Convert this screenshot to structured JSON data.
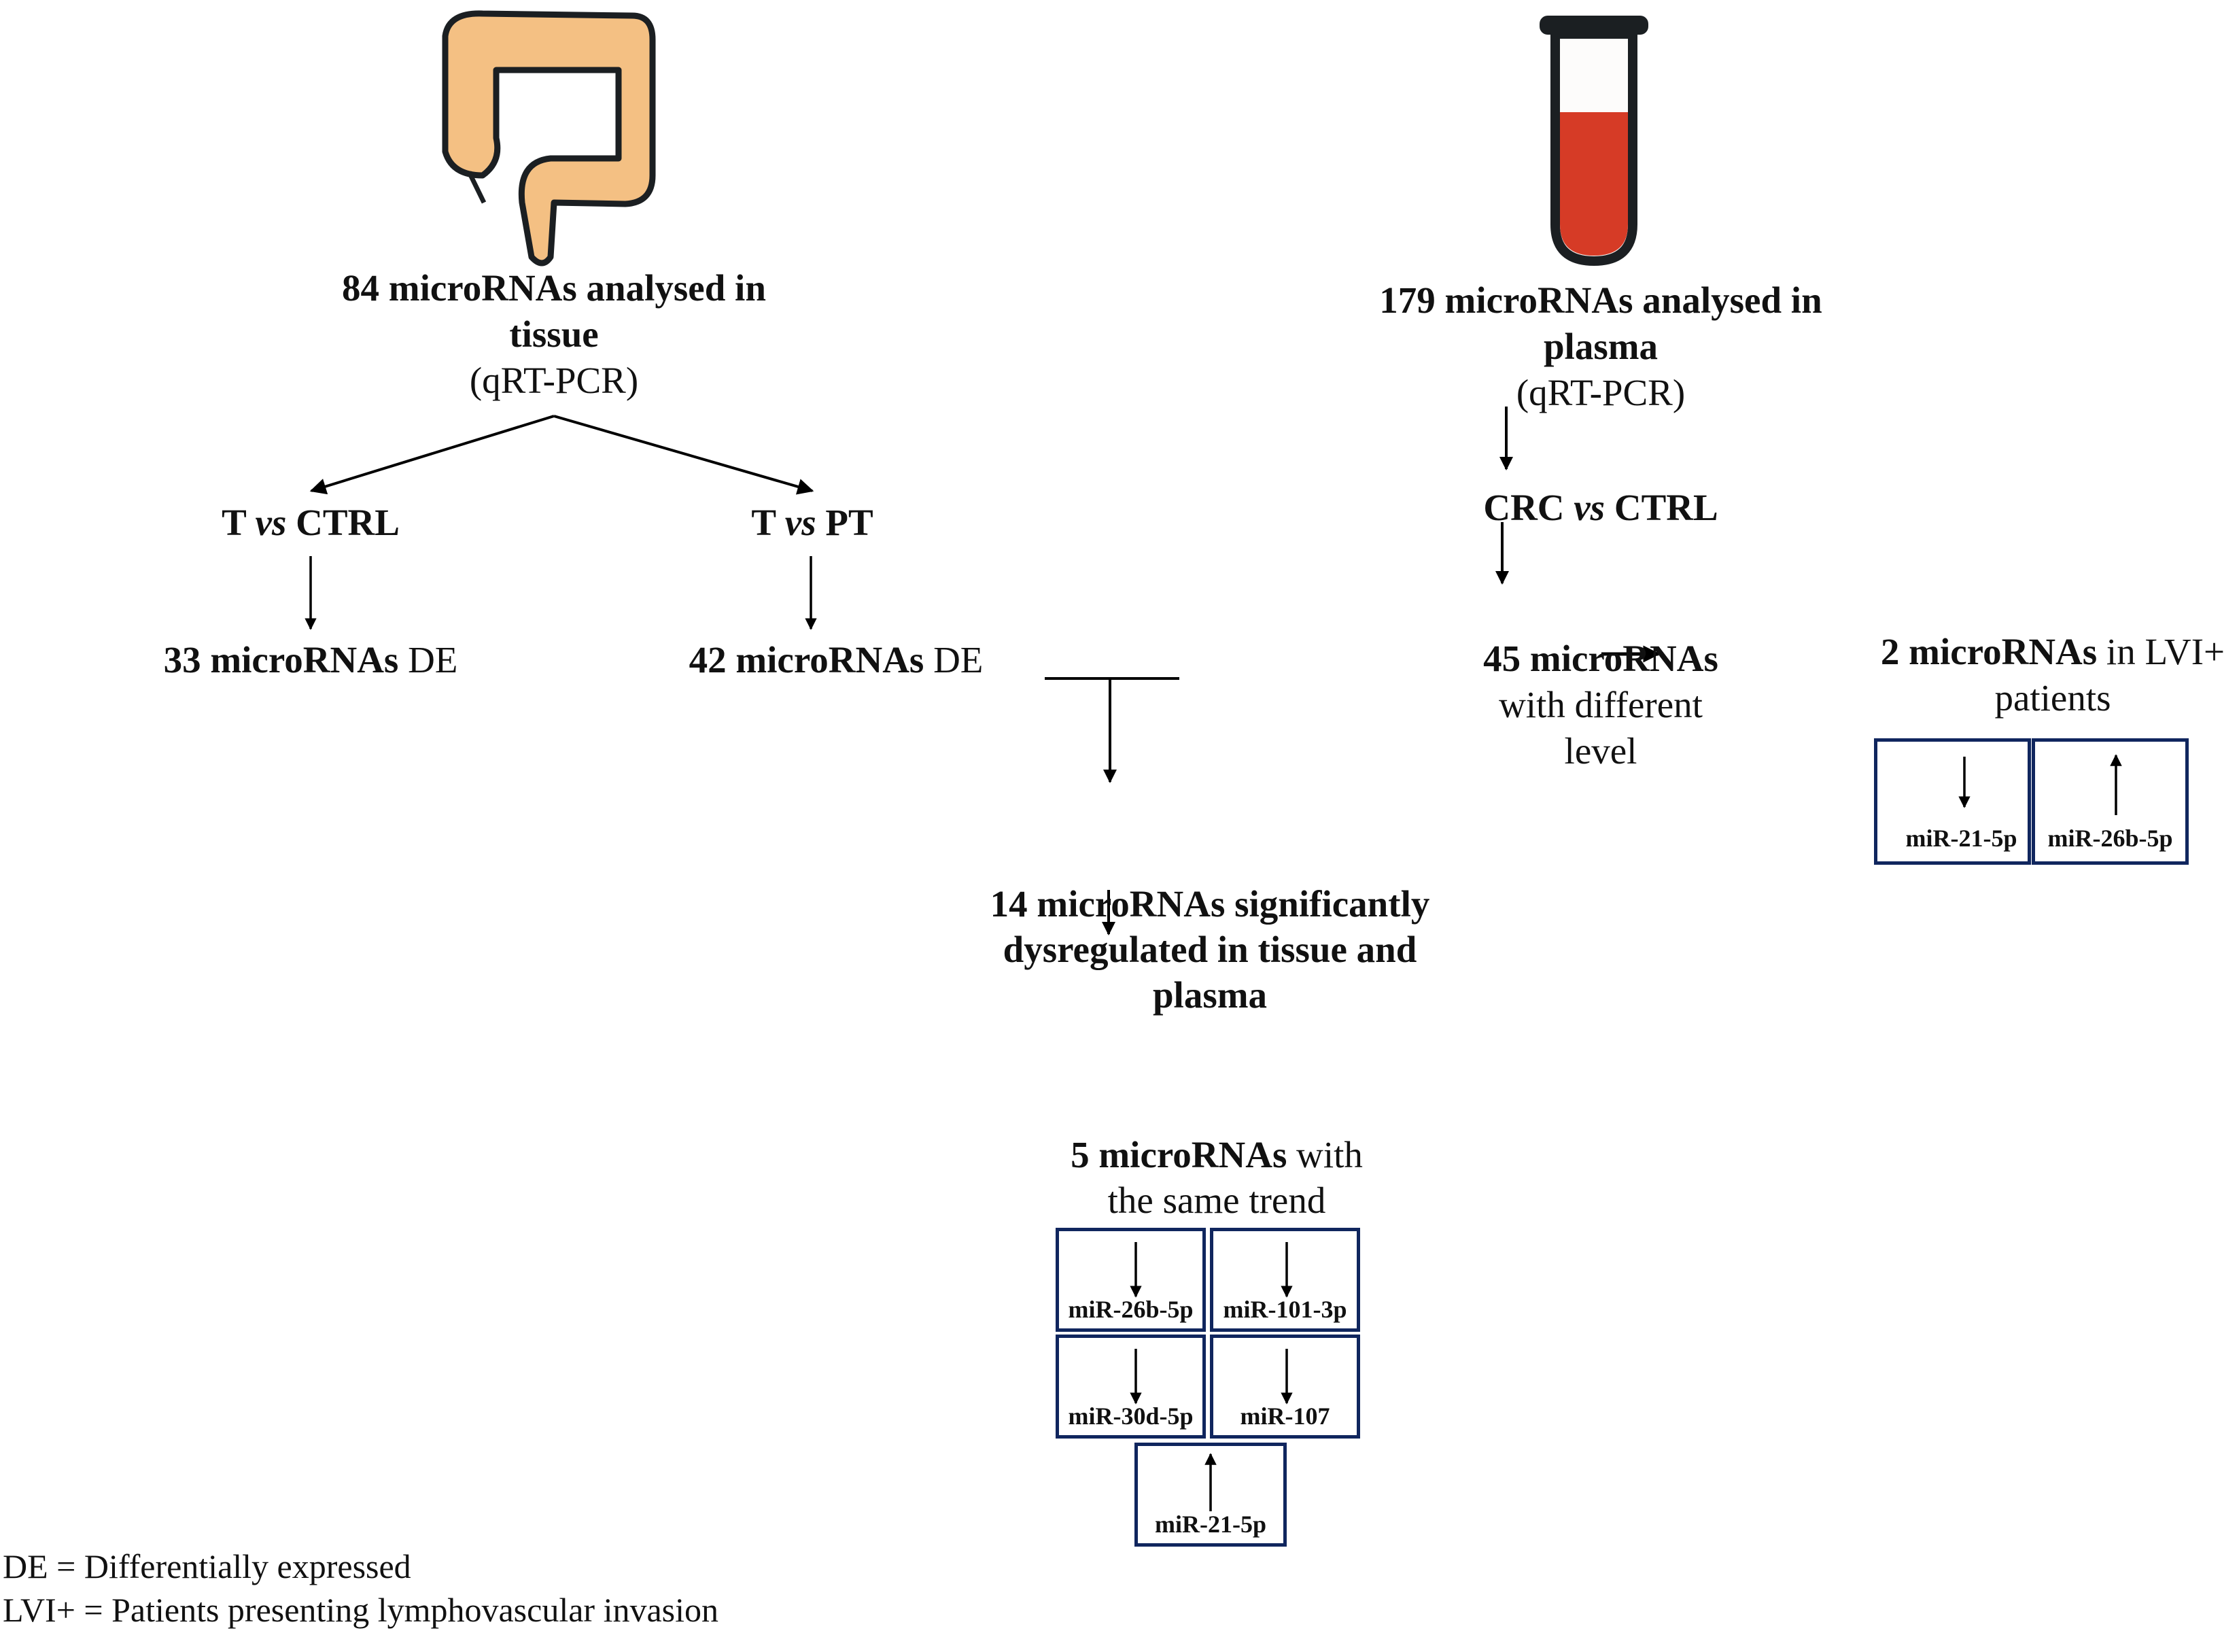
{
  "colors": {
    "colon_fill": "#f4c083",
    "outline": "#1b1f22",
    "blood": "#d63b26",
    "box_border": "#10265e"
  },
  "icons": {
    "tissue": "colon-icon",
    "plasma": "blood-tube-icon"
  },
  "tissue": {
    "title_line1": "84 microRNAs analysed in",
    "title_line2": "tissue",
    "method": "(qRT-PCR)",
    "branches": [
      {
        "pre": "T ",
        "vs": "vs",
        "post": " CTRL",
        "result_bold": "33 microRNAs",
        "result_rest": " DE"
      },
      {
        "pre": "T ",
        "vs": "vs",
        "post": " PT",
        "result_bold": "42 microRNAs",
        "result_rest": " DE"
      }
    ]
  },
  "plasma": {
    "title_line1": "179 microRNAs analysed in",
    "title_line2": "plasma",
    "method": "(qRT-PCR)",
    "comparison": {
      "pre": "CRC ",
      "vs": "vs",
      "post": " CTRL"
    },
    "result_bold": "45 microRNAs",
    "result_line2": "with different",
    "result_line3": "level"
  },
  "lvi": {
    "title_bold": "2 microRNAs",
    "title_rest": " in LVI+",
    "title_line2": "patients",
    "mirnas": [
      {
        "name": "miR-21-5p",
        "direction": "down"
      },
      {
        "name": "miR-26b-5p",
        "direction": "up"
      }
    ]
  },
  "combined": {
    "line1": "14 microRNAs significantly",
    "line2": "dysregulated in tissue and",
    "line3": "plasma"
  },
  "same_trend": {
    "title_bold": "5 microRNAs",
    "title_rest": " with",
    "title_line2": "the same trend",
    "mirnas": [
      {
        "name": "miR-26b-5p",
        "direction": "down"
      },
      {
        "name": "miR-101-3p",
        "direction": "down"
      },
      {
        "name": "miR-30d-5p",
        "direction": "down"
      },
      {
        "name": "miR-107",
        "direction": "down"
      },
      {
        "name": "miR-21-5p",
        "direction": "up"
      }
    ]
  },
  "legend": [
    "DE = Differentially expressed",
    "LVI+ = Patients presenting lymphovascular invasion"
  ]
}
